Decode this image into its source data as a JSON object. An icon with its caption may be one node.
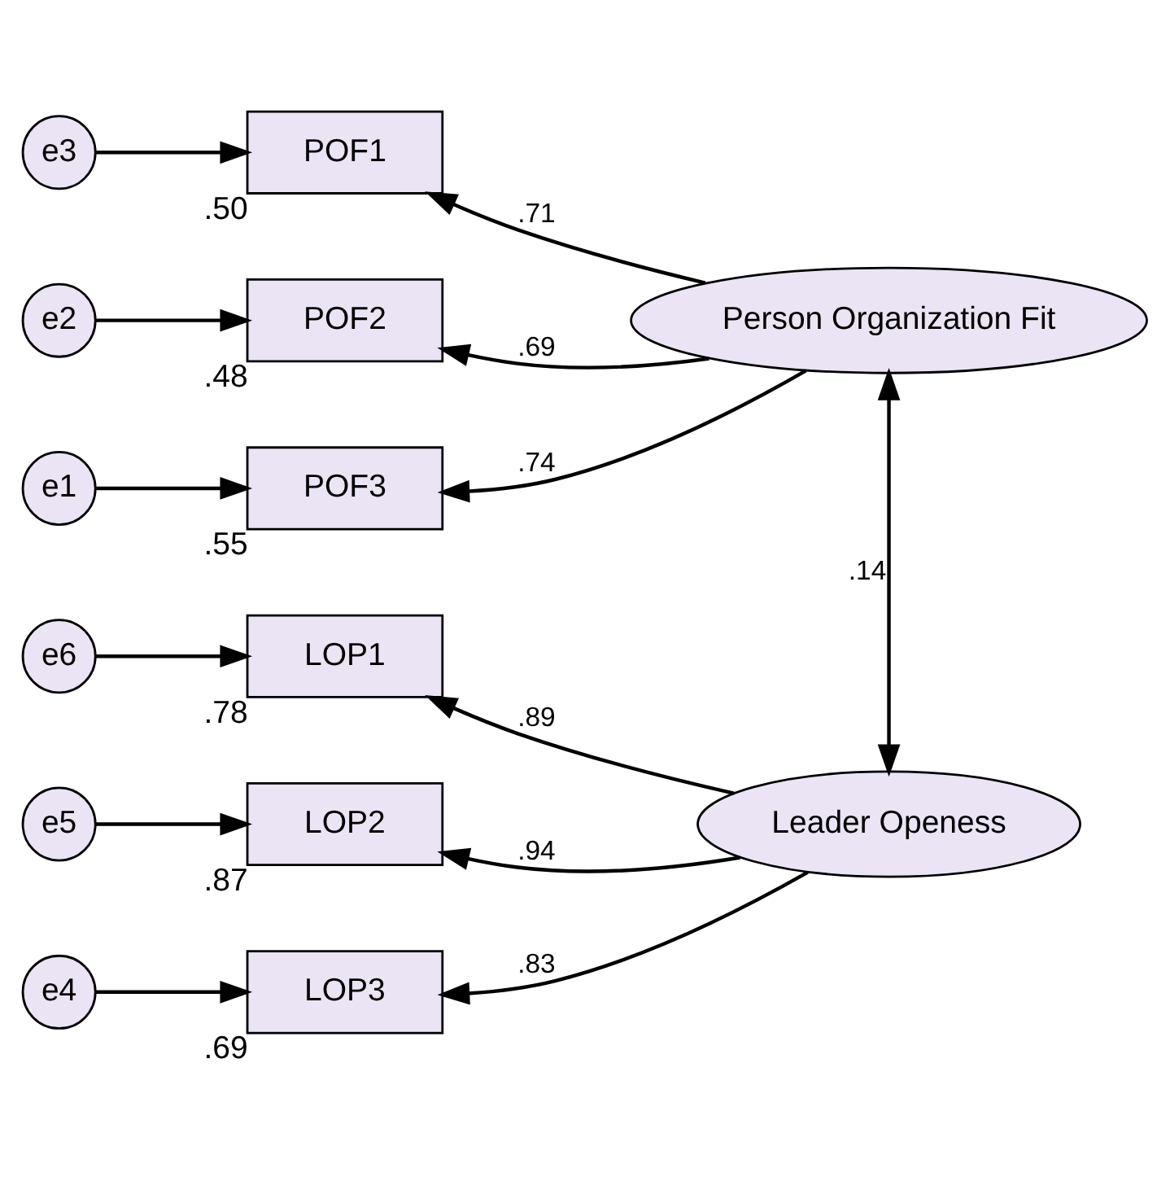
{
  "diagram": {
    "nodes": [
      {
        "text": [
          "e3"
        ]
      },
      {
        "text": [
          "POF1"
        ],
        "beside": [
          ".50"
        ]
      },
      {
        "text": [
          "e2"
        ]
      },
      {
        "text": [
          "POF2"
        ],
        "beside": [
          ".48"
        ]
      },
      {
        "text": [
          "e1"
        ]
      },
      {
        "text": [
          "POF3"
        ],
        "beside": [
          ".55"
        ]
      },
      {
        "text": [
          "Person Organization Fit"
        ]
      },
      {
        "text": [
          "e6"
        ]
      },
      {
        "text": [
          "LOP1"
        ],
        "beside": [
          ".78"
        ]
      },
      {
        "text": [
          "e5"
        ]
      },
      {
        "text": [
          "LOP2"
        ],
        "beside": [
          ".87"
        ]
      },
      {
        "text": [
          "e4"
        ]
      },
      {
        "text": [
          "LOP3"
        ],
        "beside": [
          ".69"
        ]
      },
      {
        "text": [
          "Leader Openess"
        ]
      }
    ],
    "edges": [
      {
        "from": 0,
        "to": 1,
        "arrow": "to"
      },
      {
        "from": 2,
        "to": 3,
        "arrow": "to"
      },
      {
        "from": 4,
        "to": 5,
        "arrow": "to"
      },
      {
        "from": 6,
        "to": 1,
        "arrow": "to",
        "label": ".71"
      },
      {
        "from": 6,
        "to": 3,
        "arrow": "to",
        "label": ".69"
      },
      {
        "from": 6,
        "to": 5,
        "arrow": "to",
        "label": ".74"
      },
      {
        "from": 6,
        "to": 13,
        "arrow": "both",
        "label": ".14"
      },
      {
        "from": 7,
        "to": 8,
        "arrow": "to"
      },
      {
        "from": 9,
        "to": 10,
        "arrow": "to"
      },
      {
        "from": 11,
        "to": 12,
        "arrow": "to"
      },
      {
        "from": 13,
        "to": 8,
        "arrow": "to",
        "label": ".89"
      },
      {
        "from": 13,
        "to": 10,
        "arrow": "to",
        "label": ".94"
      },
      {
        "from": 13,
        "to": 12,
        "arrow": "to",
        "label": ".83"
      }
    ]
  }
}
